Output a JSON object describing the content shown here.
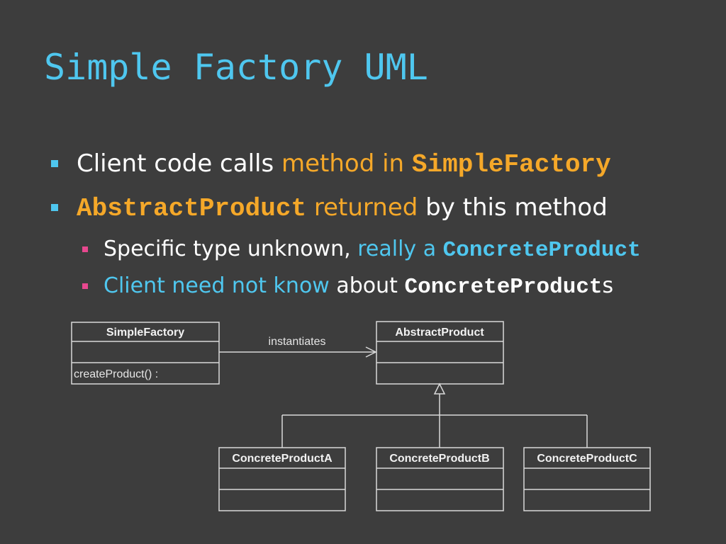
{
  "slide": {
    "title": "Simple Factory UML",
    "bullets": [
      {
        "prefix": "Client code calls ",
        "highlight": "method in ",
        "code": "SimpleFactory"
      },
      {
        "code": "AbstractProduct",
        "highlight": " returned",
        "suffix": " by this method"
      }
    ],
    "subbullets": [
      {
        "prefix": "Specific type unknown, ",
        "highlight": "really a ",
        "code": "ConcreteProduct"
      },
      {
        "highlight": "Client need not know",
        "mid": " about ",
        "code": "ConcreteProduct",
        "suffix": "s"
      }
    ]
  },
  "diagram": {
    "simple_factory": {
      "name": "SimpleFactory",
      "operation": "createProduct() :"
    },
    "abstract_product": {
      "name": "AbstractProduct"
    },
    "association_label": "instantiates",
    "concrete_products": [
      "ConcreteProductA",
      "ConcreteProductB",
      "ConcreteProductC"
    ]
  },
  "colors": {
    "background": "#3d3d3d",
    "title": "#4fc7ef",
    "orange_highlight": "#f5a829",
    "cyan_highlight": "#4fc7ef",
    "bullet_level1": "#4fc7ef",
    "bullet_level2": "#e8488f"
  }
}
